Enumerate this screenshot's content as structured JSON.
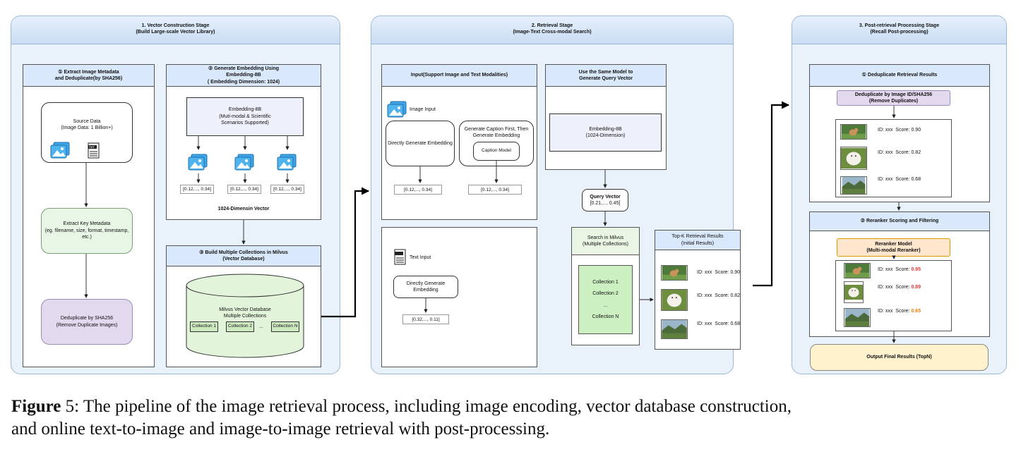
{
  "stages": [
    {
      "title": "1. Vector Construction Stage",
      "subtitle": "(Build Large-scale Vector Library)"
    },
    {
      "title": "2. Retrieval Stage",
      "subtitle": "(Image-Text Cross-modal Search)"
    },
    {
      "title": "3. Post-retrieval Processing Stage",
      "subtitle": "(Recall Post-processing)"
    }
  ],
  "stage1": {
    "p1": {
      "title1": "① Extract Image Metadata",
      "title2": "and Deduplicate(by SHA256)"
    },
    "source": {
      "l1": "Source Data",
      "l2": "(Image Data: 1 Billion+)"
    },
    "txt_icon_label": "TXT",
    "extract": {
      "l1": "Extract  Key Metadata",
      "l2": "(eg. filename, size, format, timestamp, etc.)"
    },
    "dedup": {
      "l1": "Deduplicate by SHA256",
      "l2": "(Remove Duplicate Images)"
    },
    "p2": {
      "title1": "② Generate Embedding Using",
      "title2": "Embedding-8B",
      "title3": "( Embedding Dimension: 1024)"
    },
    "model": {
      "l1": "Embedding-8B",
      "l2": "(Muti-modal & Scientific",
      "l3": "Scenarios Supported)"
    },
    "vectors": [
      "[0.12,..., 0.34]",
      "[0.12,..., 0.34]",
      "[0.12,..., 0.34]"
    ],
    "vec_label": "1024-Dimensin Vector",
    "p3": {
      "title1": "③ Build Multiple Collections in Milvus",
      "title2": "(Vector Database)"
    },
    "milvus": {
      "l1": "Milvus Vector Database",
      "l2": "Multiple Collections"
    },
    "collections": [
      "Collection 1",
      "Collection 2",
      "...",
      "Collection N"
    ]
  },
  "stage2": {
    "input": {
      "title": "Input(Support Image and Text Modalities)"
    },
    "image_input": "Image Input",
    "direct1": "Directly Generate Embedding",
    "caption_first": {
      "l1": "Generate Caption First, Then",
      "l2": "Generate Embedding"
    },
    "caption_model": "Caption Model",
    "vec_a": "[0.12,..., 0.34]",
    "vec_b": "[0.12,..., 0.34]",
    "text_input": "Text Input",
    "direct2": "Directly Generate Embedding",
    "vec_c": "[0.32,..., 0.11]",
    "same_model": {
      "title1": "Use the Same Model to",
      "title2": "Generate Query Vector"
    },
    "emb": {
      "l1": "Embedding-8B",
      "l2": "(1024-Dimension)"
    },
    "query": {
      "l1": "Query Vector",
      "l2": "[0.21,..., 0.45]"
    },
    "search": {
      "title1": "Search in Milvus",
      "title2": "(Multiple Collections)"
    },
    "coll": [
      "Collection 1",
      "Collection 2",
      "...",
      "Collection N"
    ],
    "topk": {
      "title1": "Top-K Retrieval Results",
      "title2": "(Initial Results)"
    },
    "results": [
      {
        "id": "ID: xxx",
        "score_label": "Score:",
        "score": "0.90"
      },
      {
        "id": "ID: xxx",
        "score_label": "Score:",
        "score": "0.82"
      },
      {
        "id": "ID: xxx",
        "score_label": "Score:",
        "score": "0.68"
      }
    ]
  },
  "stage3": {
    "dedup": {
      "title": "① Deduplicate Retrieval Results"
    },
    "dedup_box": {
      "l1": "Deduplicate by Image ID/SHA256",
      "l2": "(Remove Duplicates)"
    },
    "dedup_results": [
      {
        "id": "ID: xxx",
        "score_label": "Score:",
        "score": "0.90"
      },
      {
        "id": "ID: xxx",
        "score_label": "Score:",
        "score": "0.82"
      },
      {
        "id": "ID: xxx",
        "score_label": "Score:",
        "score": "0.68"
      }
    ],
    "rerank": {
      "title": "② Reranker Scoring and Filtering"
    },
    "rerank_box": {
      "l1": "Reranker Model",
      "l2": "(Multi-modal Reranker)"
    },
    "rerank_results": [
      {
        "id": "ID: xxx",
        "score_label": "Score:",
        "score": "0.95"
      },
      {
        "id": "ID: xxx",
        "score_label": "Score:",
        "score": "0.89"
      },
      {
        "id": "ID: xxx",
        "score_label": "Score:",
        "score": "0.65"
      }
    ],
    "output": "Output Final Results (TopN)"
  },
  "caption": {
    "label": "Figure",
    "num": "5",
    "text": ": The pipeline of the image retrieval process, including image encoding, vector database construction,",
    "text2": "and online text-to-image and image-to-image retrieval with post-processing."
  }
}
